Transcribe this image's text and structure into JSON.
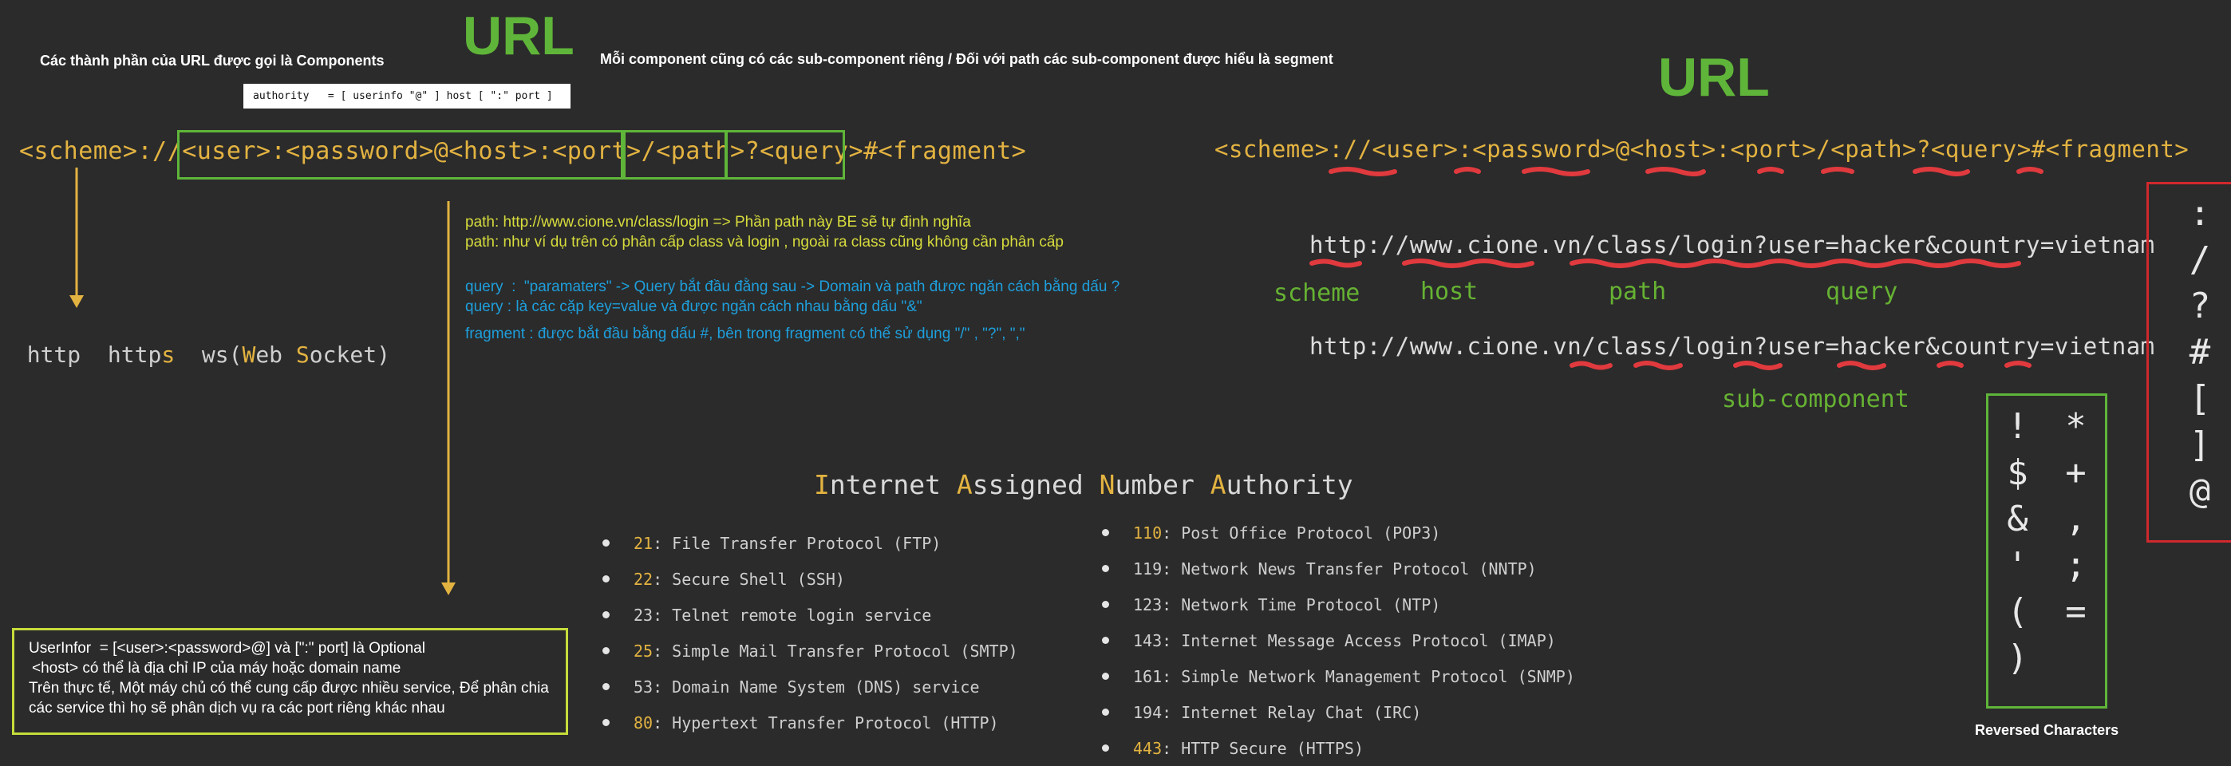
{
  "left": {
    "components_note": "Các thành phần của URL được gọi là Components",
    "title": "URL",
    "subcomponent_note": "Mỗi component cũng có các sub-component riêng / Đối với path các sub-component được hiểu là segment",
    "authority_tooltip": "authority   = [ userinfo \"@\" ] host [ \":\" port ]",
    "url_tokens": [
      "<scheme>",
      "://",
      "<user>",
      ":",
      "<password>",
      "@",
      "<host>",
      ":",
      "<port>",
      "/",
      "<path>",
      "?",
      "<query>",
      "#",
      "<fragment>"
    ],
    "scheme_examples": {
      "http": "http",
      "https_base": "http",
      "https_s": "s",
      "ws": "ws",
      "paren_open": "(",
      "web_w": "W",
      "web_rest": "eb ",
      "socket_s": "S",
      "socket_rest": "ocket",
      "paren_close": ")"
    },
    "path_notes": [
      "path: http://www.cione.vn/class/login => Phần path này BE sẽ tự định nghĩa",
      "path: như ví dụ trên có phân cấp class và login , ngoài ra class cũng không cần phân cấp"
    ],
    "query_notes": [
      "query  :  \"paramaters\" -> Query bắt đầu đằng sau -> Domain và path được ngăn cách bằng dấu ?",
      "query : là các cặp key=value và được ngăn cách nhau bằng dấu \"&\""
    ],
    "fragment_note": "fragment : được bắt đầu bằng dấu #, bên trong fragment có thể sử dụng \"/\" , \"?\", \",\"",
    "info_box": [
      "UserInfor  = [<user>:<password>@] và [\":\" port] là Optional",
      "<host> có thể là địa chỉ IP của máy hoặc domain name",
      "Trên thực tế, Một máy chủ có thể cung cấp được nhiều service, Để phân chia",
      "các service thì họ sẽ phân dịch vụ ra các port riêng khác nhau"
    ]
  },
  "iana": {
    "title_parts": [
      {
        "t": "I",
        "hl": true
      },
      {
        "t": "nternet ",
        "hl": false
      },
      {
        "t": "A",
        "hl": true
      },
      {
        "t": "ssigned ",
        "hl": false
      },
      {
        "t": "N",
        "hl": true
      },
      {
        "t": "umber ",
        "hl": false
      },
      {
        "t": "A",
        "hl": true
      },
      {
        "t": "uthority",
        "hl": false
      }
    ],
    "col1": [
      {
        "port": "21",
        "desc": ": File Transfer Protocol (FTP)",
        "hl": true
      },
      {
        "port": "22",
        "desc": ": Secure Shell (SSH)",
        "hl": true
      },
      {
        "port": "23",
        "desc": ": Telnet remote login service",
        "hl": false
      },
      {
        "port": "25",
        "desc": ": Simple Mail Transfer Protocol (SMTP)",
        "hl": true
      },
      {
        "port": "53",
        "desc": ": Domain Name System (DNS) service",
        "hl": false
      },
      {
        "port": "80",
        "desc": ": Hypertext Transfer Protocol (HTTP)",
        "hl": true
      }
    ],
    "col2": [
      {
        "port": "110",
        "desc": ": Post Office Protocol (POP3)",
        "hl": true
      },
      {
        "port": "119",
        "desc": ": Network News Transfer Protocol (NNTP)",
        "hl": false
      },
      {
        "port": "123",
        "desc": ": Network Time Protocol (NTP)",
        "hl": false
      },
      {
        "port": "143",
        "desc": ": Internet Message Access Protocol (IMAP)",
        "hl": false
      },
      {
        "port": "161",
        "desc": ": Simple Network Management Protocol (SNMP)",
        "hl": false
      },
      {
        "port": "194",
        "desc": ": Internet Relay Chat (IRC)",
        "hl": false
      },
      {
        "port": "443",
        "desc": ": HTTP Secure (HTTPS)",
        "hl": true
      }
    ]
  },
  "right": {
    "title": "URL",
    "url_template": "<scheme>://<user>:<password>@<host>:<port>/<path>?<query>#<fragment>",
    "example_url": "http://www.cione.vn/class/login?user=hacker&country=vietnam",
    "labels": {
      "scheme": "scheme",
      "host": "host",
      "path": "path",
      "query": "query",
      "subcomponent": "sub-component"
    },
    "reserved_chars": [
      ":",
      "/",
      "?",
      "#",
      "[",
      "]",
      "@"
    ],
    "subdelim_col1": [
      "!",
      "$",
      "&",
      "'",
      "(",
      ")"
    ],
    "subdelim_col2": [
      "*",
      "+",
      ",",
      ";",
      "="
    ],
    "reversed_label": "Reversed Characters"
  },
  "colors": {
    "background": "#2b2b2b",
    "accent_yellow": "#e3b341",
    "accent_green": "#5fb539",
    "accent_red": "#d0282d",
    "accent_cyan": "#1e9fdc",
    "accent_lime": "#d7dc3c"
  }
}
